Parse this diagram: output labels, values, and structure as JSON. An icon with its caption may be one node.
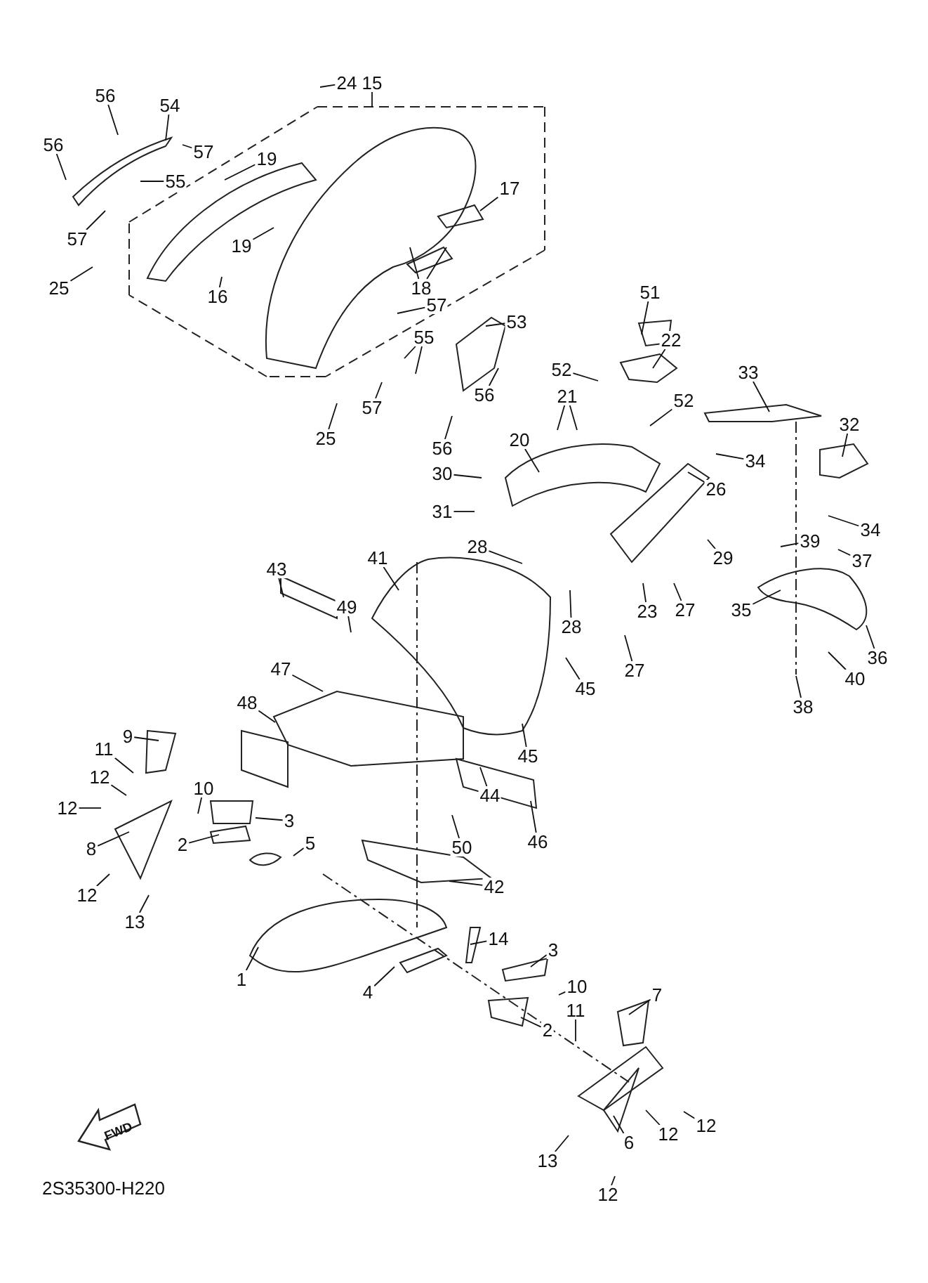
{
  "diagram": {
    "nodes": [
      {
        "text": [
          "56"
        ]
      },
      {
        "text": [
          "54"
        ]
      },
      {
        "text": [
          "56"
        ]
      },
      {
        "text": [
          "57"
        ]
      },
      {
        "text": [
          "19"
        ]
      },
      {
        "text": [
          "55"
        ]
      },
      {
        "text": [
          "57"
        ]
      },
      {
        "text": [
          "19"
        ]
      },
      {
        "text": [
          "25"
        ]
      },
      {
        "text": [
          "16"
        ]
      },
      {
        "text": [
          "24"
        ]
      },
      {
        "text": [
          "15"
        ]
      },
      {
        "text": [
          "17"
        ]
      },
      {
        "text": [
          "18"
        ]
      },
      {
        "text": [
          "57"
        ]
      },
      {
        "text": [
          "55"
        ]
      },
      {
        "text": [
          "53"
        ]
      },
      {
        "text": [
          "56"
        ]
      },
      {
        "text": [
          "57"
        ]
      },
      {
        "text": [
          "25"
        ]
      },
      {
        "text": [
          "56"
        ]
      },
      {
        "text": [
          "51"
        ]
      },
      {
        "text": [
          "22"
        ]
      },
      {
        "text": [
          "33"
        ]
      },
      {
        "text": [
          "52"
        ]
      },
      {
        "text": [
          "52"
        ]
      },
      {
        "text": [
          "21"
        ]
      },
      {
        "text": [
          "20"
        ]
      },
      {
        "text": [
          "32"
        ]
      },
      {
        "text": [
          "30"
        ]
      },
      {
        "text": [
          "31"
        ]
      },
      {
        "text": [
          "34"
        ]
      },
      {
        "text": [
          "26"
        ]
      },
      {
        "text": [
          "34"
        ]
      },
      {
        "text": [
          "28"
        ]
      },
      {
        "text": [
          "29"
        ]
      },
      {
        "text": [
          "39"
        ]
      },
      {
        "text": [
          "37"
        ]
      },
      {
        "text": [
          "41"
        ]
      },
      {
        "text": [
          "43"
        ]
      },
      {
        "text": [
          "49"
        ]
      },
      {
        "text": [
          "35"
        ]
      },
      {
        "text": [
          "23"
        ]
      },
      {
        "text": [
          "28"
        ]
      },
      {
        "text": [
          "27"
        ]
      },
      {
        "text": [
          "36"
        ]
      },
      {
        "text": [
          "27"
        ]
      },
      {
        "text": [
          "40"
        ]
      },
      {
        "text": [
          "45"
        ]
      },
      {
        "text": [
          "38"
        ]
      },
      {
        "text": [
          "47"
        ]
      },
      {
        "text": [
          "48"
        ]
      },
      {
        "text": [
          "45"
        ]
      },
      {
        "text": [
          "9"
        ]
      },
      {
        "text": [
          "11"
        ]
      },
      {
        "text": [
          "12"
        ]
      },
      {
        "text": [
          "12"
        ]
      },
      {
        "text": [
          "10"
        ]
      },
      {
        "text": [
          "3"
        ]
      },
      {
        "text": [
          "8"
        ]
      },
      {
        "text": [
          "2"
        ]
      },
      {
        "text": [
          "5"
        ]
      },
      {
        "text": [
          "44"
        ]
      },
      {
        "text": [
          "50"
        ]
      },
      {
        "text": [
          "46"
        ]
      },
      {
        "text": [
          "12"
        ]
      },
      {
        "text": [
          "13"
        ]
      },
      {
        "text": [
          "42"
        ]
      },
      {
        "text": [
          "14"
        ]
      },
      {
        "text": [
          "3"
        ]
      },
      {
        "text": [
          "1"
        ]
      },
      {
        "text": [
          "10"
        ]
      },
      {
        "text": [
          "4"
        ]
      },
      {
        "text": [
          "7"
        ]
      },
      {
        "text": [
          "11"
        ]
      },
      {
        "text": [
          "2"
        ]
      },
      {
        "text": [
          "12"
        ]
      },
      {
        "text": [
          "12"
        ]
      },
      {
        "text": [
          "6"
        ]
      },
      {
        "text": [
          "13"
        ]
      },
      {
        "text": [
          "12"
        ]
      }
    ],
    "edges": [
      {
        "from": 0,
        "to": null,
        "arrow": "none"
      },
      {
        "from": 1,
        "to": null,
        "arrow": "none"
      },
      {
        "from": 2,
        "to": null,
        "arrow": "none"
      },
      {
        "from": 3,
        "to": null,
        "arrow": "none"
      },
      {
        "from": 4,
        "to": null,
        "arrow": "none"
      },
      {
        "from": 5,
        "to": null,
        "arrow": "none"
      },
      {
        "from": 6,
        "to": null,
        "arrow": "none"
      },
      {
        "from": 7,
        "to": null,
        "arrow": "none"
      },
      {
        "from": 8,
        "to": null,
        "arrow": "none"
      },
      {
        "from": 9,
        "to": null,
        "arrow": "none"
      },
      {
        "from": 10,
        "to": null,
        "arrow": "none"
      },
      {
        "from": 11,
        "to": null,
        "arrow": "none"
      },
      {
        "from": 12,
        "to": null,
        "arrow": "none"
      },
      {
        "from": 13,
        "to": null,
        "arrow": "none"
      },
      {
        "from": 13,
        "to": null,
        "arrow": "none"
      },
      {
        "from": 14,
        "to": null,
        "arrow": "none"
      },
      {
        "from": 15,
        "to": null,
        "arrow": "none"
      },
      {
        "from": 15,
        "to": null,
        "arrow": "none"
      },
      {
        "from": 16,
        "to": null,
        "arrow": "none"
      },
      {
        "from": 17,
        "to": null,
        "arrow": "none"
      },
      {
        "from": 18,
        "to": null,
        "arrow": "none"
      },
      {
        "from": 19,
        "to": null,
        "arrow": "none"
      },
      {
        "from": 20,
        "to": null,
        "arrow": "none"
      },
      {
        "from": 21,
        "to": null,
        "arrow": "none"
      },
      {
        "from": 22,
        "to": null,
        "arrow": "none"
      },
      {
        "from": 23,
        "to": null,
        "arrow": "none"
      },
      {
        "from": 24,
        "to": null,
        "arrow": "none"
      },
      {
        "from": 25,
        "to": null,
        "arrow": "none"
      },
      {
        "from": 26,
        "to": null,
        "arrow": "none"
      },
      {
        "from": 26,
        "to": null,
        "arrow": "none"
      },
      {
        "from": 27,
        "to": null,
        "arrow": "none"
      },
      {
        "from": 28,
        "to": null,
        "arrow": "none"
      },
      {
        "from": 29,
        "to": null,
        "arrow": "none"
      },
      {
        "from": 30,
        "to": null,
        "arrow": "none"
      },
      {
        "from": 31,
        "to": null,
        "arrow": "none"
      },
      {
        "from": 32,
        "to": null,
        "arrow": "none"
      },
      {
        "from": 33,
        "to": null,
        "arrow": "none"
      },
      {
        "from": 34,
        "to": null,
        "arrow": "none"
      },
      {
        "from": 35,
        "to": null,
        "arrow": "none"
      },
      {
        "from": 36,
        "to": null,
        "arrow": "none"
      },
      {
        "from": 37,
        "to": null,
        "arrow": "none"
      },
      {
        "from": 38,
        "to": null,
        "arrow": "none"
      },
      {
        "from": 39,
        "to": null,
        "arrow": "none"
      },
      {
        "from": 40,
        "to": null,
        "arrow": "none"
      },
      {
        "from": 41,
        "to": null,
        "arrow": "none"
      },
      {
        "from": 42,
        "to": null,
        "arrow": "none"
      },
      {
        "from": 43,
        "to": null,
        "arrow": "none"
      },
      {
        "from": 44,
        "to": null,
        "arrow": "none"
      },
      {
        "from": 45,
        "to": null,
        "arrow": "none"
      },
      {
        "from": 46,
        "to": null,
        "arrow": "none"
      },
      {
        "from": 47,
        "to": null,
        "arrow": "none"
      },
      {
        "from": 48,
        "to": null,
        "arrow": "none"
      },
      {
        "from": 49,
        "to": null,
        "arrow": "none"
      },
      {
        "from": 50,
        "to": null,
        "arrow": "none"
      },
      {
        "from": 51,
        "to": null,
        "arrow": "none"
      },
      {
        "from": 52,
        "to": null,
        "arrow": "none"
      },
      {
        "from": 53,
        "to": null,
        "arrow": "none"
      },
      {
        "from": 54,
        "to": null,
        "arrow": "none"
      },
      {
        "from": 55,
        "to": null,
        "arrow": "none"
      },
      {
        "from": 56,
        "to": null,
        "arrow": "none"
      },
      {
        "from": 57,
        "to": null,
        "arrow": "none"
      },
      {
        "from": 58,
        "to": null,
        "arrow": "none"
      },
      {
        "from": 59,
        "to": null,
        "arrow": "none"
      },
      {
        "from": 60,
        "to": null,
        "arrow": "none"
      },
      {
        "from": 61,
        "to": null,
        "arrow": "none"
      },
      {
        "from": 62,
        "to": null,
        "arrow": "none"
      },
      {
        "from": 63,
        "to": null,
        "arrow": "none"
      },
      {
        "from": 64,
        "to": null,
        "arrow": "none"
      },
      {
        "from": 65,
        "to": null,
        "arrow": "none"
      },
      {
        "from": 66,
        "to": null,
        "arrow": "none"
      },
      {
        "from": 67,
        "to": null,
        "arrow": "none"
      },
      {
        "from": 68,
        "to": null,
        "arrow": "none"
      },
      {
        "from": 69,
        "to": null,
        "arrow": "none"
      },
      {
        "from": 70,
        "to": null,
        "arrow": "none"
      },
      {
        "from": 71,
        "to": null,
        "arrow": "none"
      },
      {
        "from": 72,
        "to": null,
        "arrow": "none"
      },
      {
        "from": 73,
        "to": null,
        "arrow": "none"
      },
      {
        "from": 74,
        "to": null,
        "arrow": "none"
      },
      {
        "from": 75,
        "to": null,
        "arrow": "none"
      },
      {
        "from": 76,
        "to": null,
        "arrow": "none"
      },
      {
        "from": 77,
        "to": null,
        "arrow": "none"
      },
      {
        "from": 78,
        "to": null,
        "arrow": "none"
      },
      {
        "from": 79,
        "to": null,
        "arrow": "none"
      },
      {
        "from": 80,
        "to": null,
        "arrow": "none"
      }
    ],
    "labels": [
      "FWD",
      "2S35300-H220"
    ]
  }
}
